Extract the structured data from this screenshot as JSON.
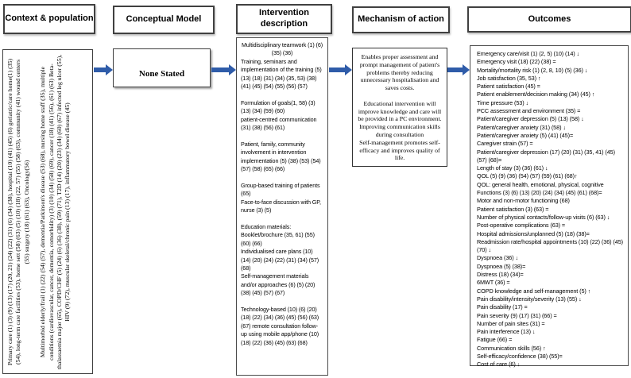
{
  "colors": {
    "arrow_blue": "#2f5ca9",
    "border_dark": "#3f3f3f"
  },
  "headers": {
    "context": "Context & population",
    "conceptual": "Conceptual Model",
    "intervention": "Intervention description",
    "mechanism": "Mechanism of action",
    "outcomes": "Outcomes"
  },
  "context_population": {
    "paragraphs": [
      "Primary care (1) (3) (9) (13) (17) (20, 21) (24) (22) (31) (6) (34) (38),  hospital (10) (41) (45)  (6) geriatric/care home(1) (35) (54), long-term care facilities (53), home sett (58) (63) (5) (10) (18) (22, 57)  (55) (58) (63), community (41) wound centers (55) surgery (18) (61) (63), Oncology(56)",
      "Multimorbid elderly/frail (1)  (22)  (54)  (57), dementia/Parkinson's disease (53) (68), nursing home staff (35), multiple conditions (cardiovascular, cancer, dementia, comorbidity)  (3) (10)  (34)  (58) (69), cancer  (18) (41) (56), (61) (63) Beta-thalassaemia major (65), COPD/CHF  (5)  (24) (6)  (36)  (38), (59) (71), T2D  (14)  (20) (23)  (34) (60)  (67) infected leg ulcer (55), HIV (9) (72), muscular skeletal/chronic pain (13) (17), inflammatory bowel disease (45)"
    ]
  },
  "conceptual_model": {
    "label": "None Stated"
  },
  "intervention": {
    "paragraphs": [
      "Multidisciplinary teamwork (1) (6) (35) (36)",
      "Training, seminars and implementation of the training (5) (13) (18) (31) (34)  (35, 53) (38) (41) (45) (54) (55) (56) (57)",
      " ",
      "Formulation of goals(1, 58) (3) (13) (34) (59) (60)",
      "patient-centred communication (31) (38) (56) (61)",
      " ",
      "Patient, family, community involvement in intervention implementation (5) (38)  (53) (54) (57) (58) (65) (66)",
      " ",
      "Group-based training of patients (65)",
      "Face-to-face discussion with GP, nurse (3) (5)",
      " ",
      "Education materials:",
      "Booklet/brochure (35, 61) (55) (60) (66)",
      "Individualised care plans (10) (14) (20) (24) (22) (31) (34) (57) (68)",
      "Self-management materials and/or approaches (6) (5) (20) (38) (45) (57) (67)",
      " ",
      "Technology-based (10) (6) (20) (18) (22) (34) (36) (45) (56) (63) (67) remote consultation follow-up using mobile app/phone (10) (18) (22) (36) (45) (63) (68)"
    ]
  },
  "mechanism": {
    "paragraphs": [
      "Enables proper assessment and prompt management of patient's problems thereby reducing unnecessary hospitalisation and saves costs.",
      " ",
      "Educational intervention will improve knowledge and care will be provided in a PC environment.",
      "Improving communication skills during consultation",
      "Self-management promotes self-efficacy and improves quality of life."
    ]
  },
  "outcomes": {
    "lines": [
      "Emergency care/visit (1) (2, 5) (10) (14) ↓",
      "Emergency visit (18) (22) (38) =",
      "Mortality/mortality risk (1) (2, 8, 10) (5) (36) ↓",
      "Job satisfaction (35, 53) ↑",
      "Patient satisfaction (45) =",
      "Patient enablement/decision making (34) (45) ↑",
      "Time pressure (53) ↓",
      "PCC assessment and environment (35) =",
      "Patient/caregiver depression (5) (13) (58) ↓",
      "Patient/caregiver anxiety (31) (58) ↓",
      "Patient/caregiver anxiety (5) (41) (45)=",
      "Caregiver strain (57) =",
      "Patient/caregiver depression (17) (20) (31) (35, 41) (45) (57) (68)=",
      "Length of stay (3) (36) (61) ↓",
      "QOL (5) (9) (36) (54) (57) (59) (61) (68)↑",
      "QOL: general health, emotional, physical, cognitive Functions (3) (6) (13) (20) (24) (34) (45) (61) (68)=",
      "Motor and non-motor functioning (68)",
      "Patient satisfaction (3) (63) =",
      "Number of physical contacts/follow-up visits (6) (63) ↓",
      "Post-operative complications (63) =",
      "Hospital admissions/unplanned (5) (18) (38)=",
      "Readmission rate/hospital appointments  (10) (22) (36) (45) (70) ↓",
      "Dyspnoea (36) ↓",
      "Dyspnoea (5) (38)=",
      "Distress (18) (34)=",
      "6MWT (36) =",
      "COPD knowledge and self-management (5) ↑",
      "Pain disability/intensity/severity (13) (55) ↓",
      "Pain disability (17) =",
      "Pain severity (9) (17) (31) (66) =",
      "Number of pain sites (31) =",
      "Pain interference (13) ↓",
      "Fatigue (66) =",
      "Communication skills (56) ↑",
      "Self-efficacy/confidence (38) (55)=",
      "Cost of care (6) ↓"
    ]
  }
}
